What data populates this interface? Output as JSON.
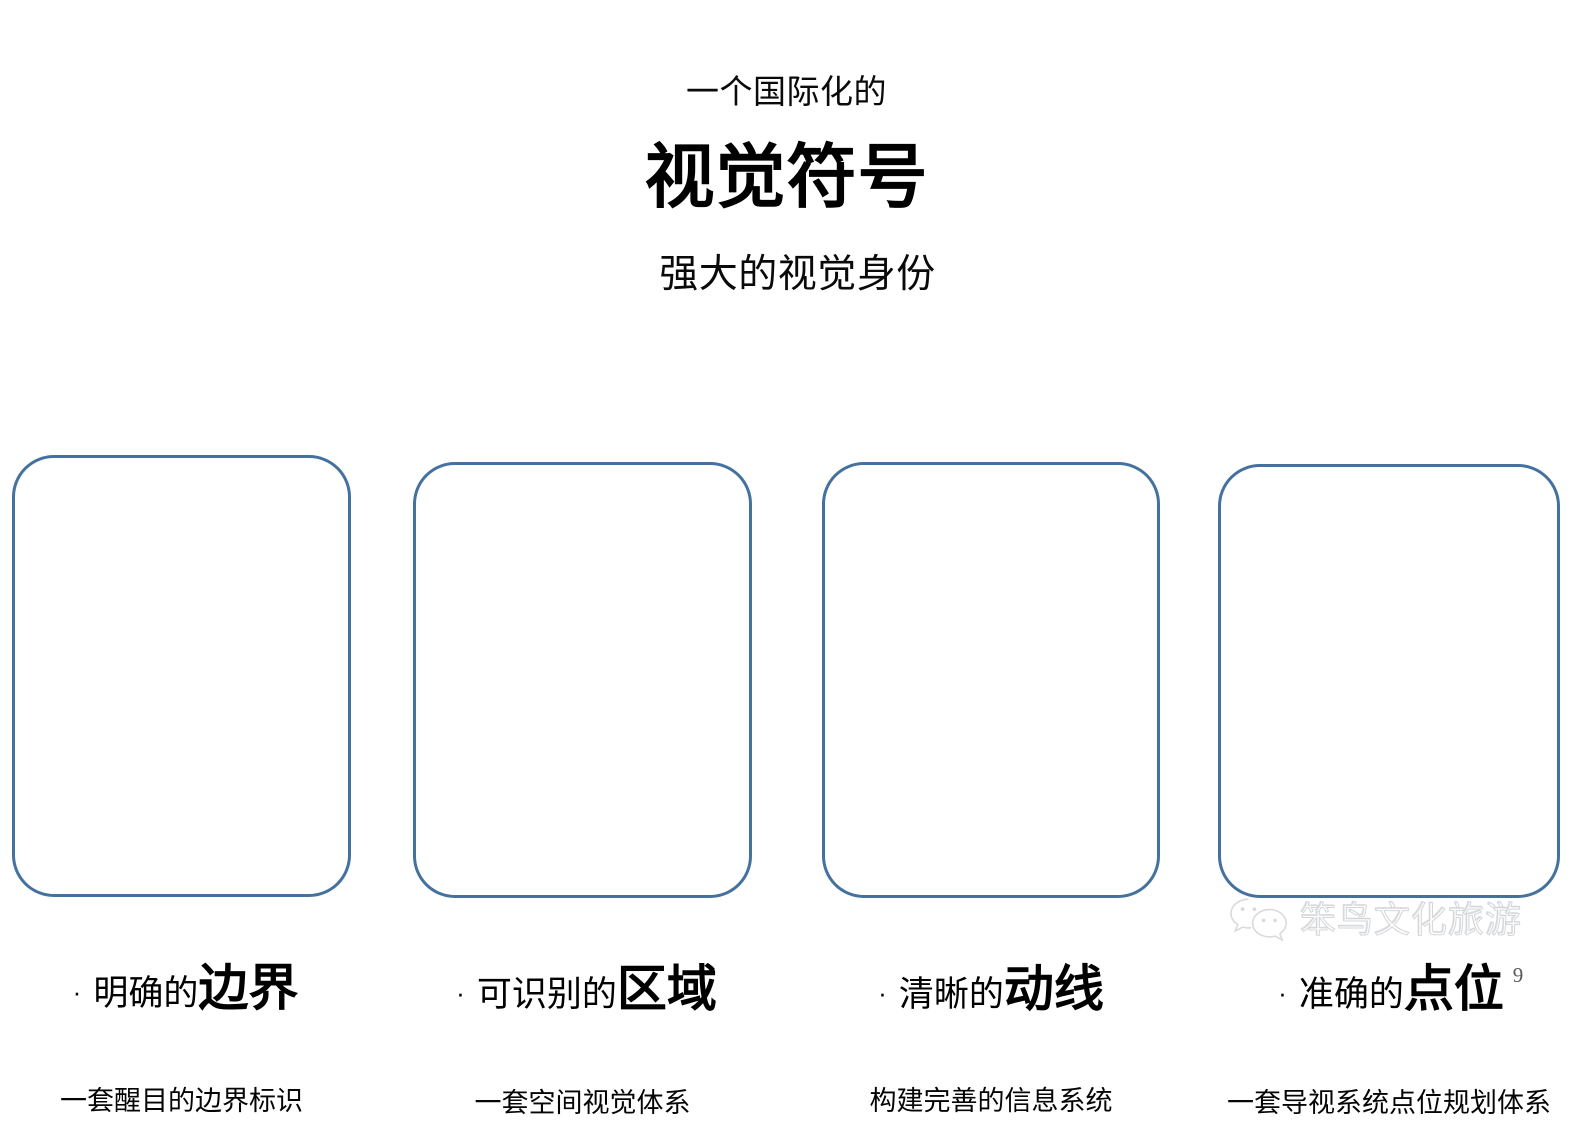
{
  "slide": {
    "background_color": "#ffffff",
    "accent_color": "#44719e",
    "page_number": "9"
  },
  "header": {
    "eyebrow": "一个国际化的",
    "title": "视觉符号",
    "subtitle": "强大的视觉身份"
  },
  "cards": [
    {
      "bullet": "·",
      "prefix": "明确的",
      "emphasis": "边界",
      "description": "一套醒目的边界标识"
    },
    {
      "bullet": "·",
      "prefix": "可识别的",
      "emphasis": "区域",
      "description": "一套空间视觉体系"
    },
    {
      "bullet": "·",
      "prefix": "清晰的",
      "emphasis": "动线",
      "description": "构建完善的信息系统"
    },
    {
      "bullet": "·",
      "prefix": "准确的",
      "emphasis": "点位",
      "description": "一套导视系统点位规划体系"
    }
  ],
  "watermark": {
    "icon": "wechat-icon",
    "text": "笨鸟文化旅游"
  }
}
